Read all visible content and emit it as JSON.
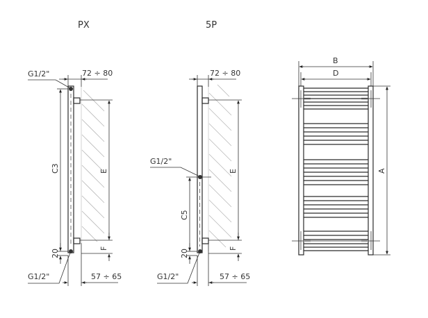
{
  "views": {
    "px": {
      "title": "PX",
      "wall_distance_top": "72 ÷ 80",
      "wall_distance_bottom": "57 ÷ 65",
      "connection_top": "G1/2\"",
      "connection_bottom": "G1/2\"",
      "dim_height": "C3",
      "dim_bracket": "E",
      "dim_f": "F",
      "dim_20": "20"
    },
    "fivep": {
      "title": "5P",
      "wall_distance_top": "72 ÷ 80",
      "wall_distance_bottom": "57 ÷ 65",
      "connection_middle": "G1/2\"",
      "connection_bottom": "G1/2\"",
      "dim_height": "C5",
      "dim_bracket": "E",
      "dim_f": "F",
      "dim_20": "20"
    },
    "front": {
      "dim_total_width": "B",
      "dim_inner_width": "D",
      "dim_height": "A"
    }
  },
  "colors": {
    "line": "#2a2a2a",
    "hatch": "#b8b8b8",
    "text": "#333333",
    "background": "#ffffff"
  }
}
